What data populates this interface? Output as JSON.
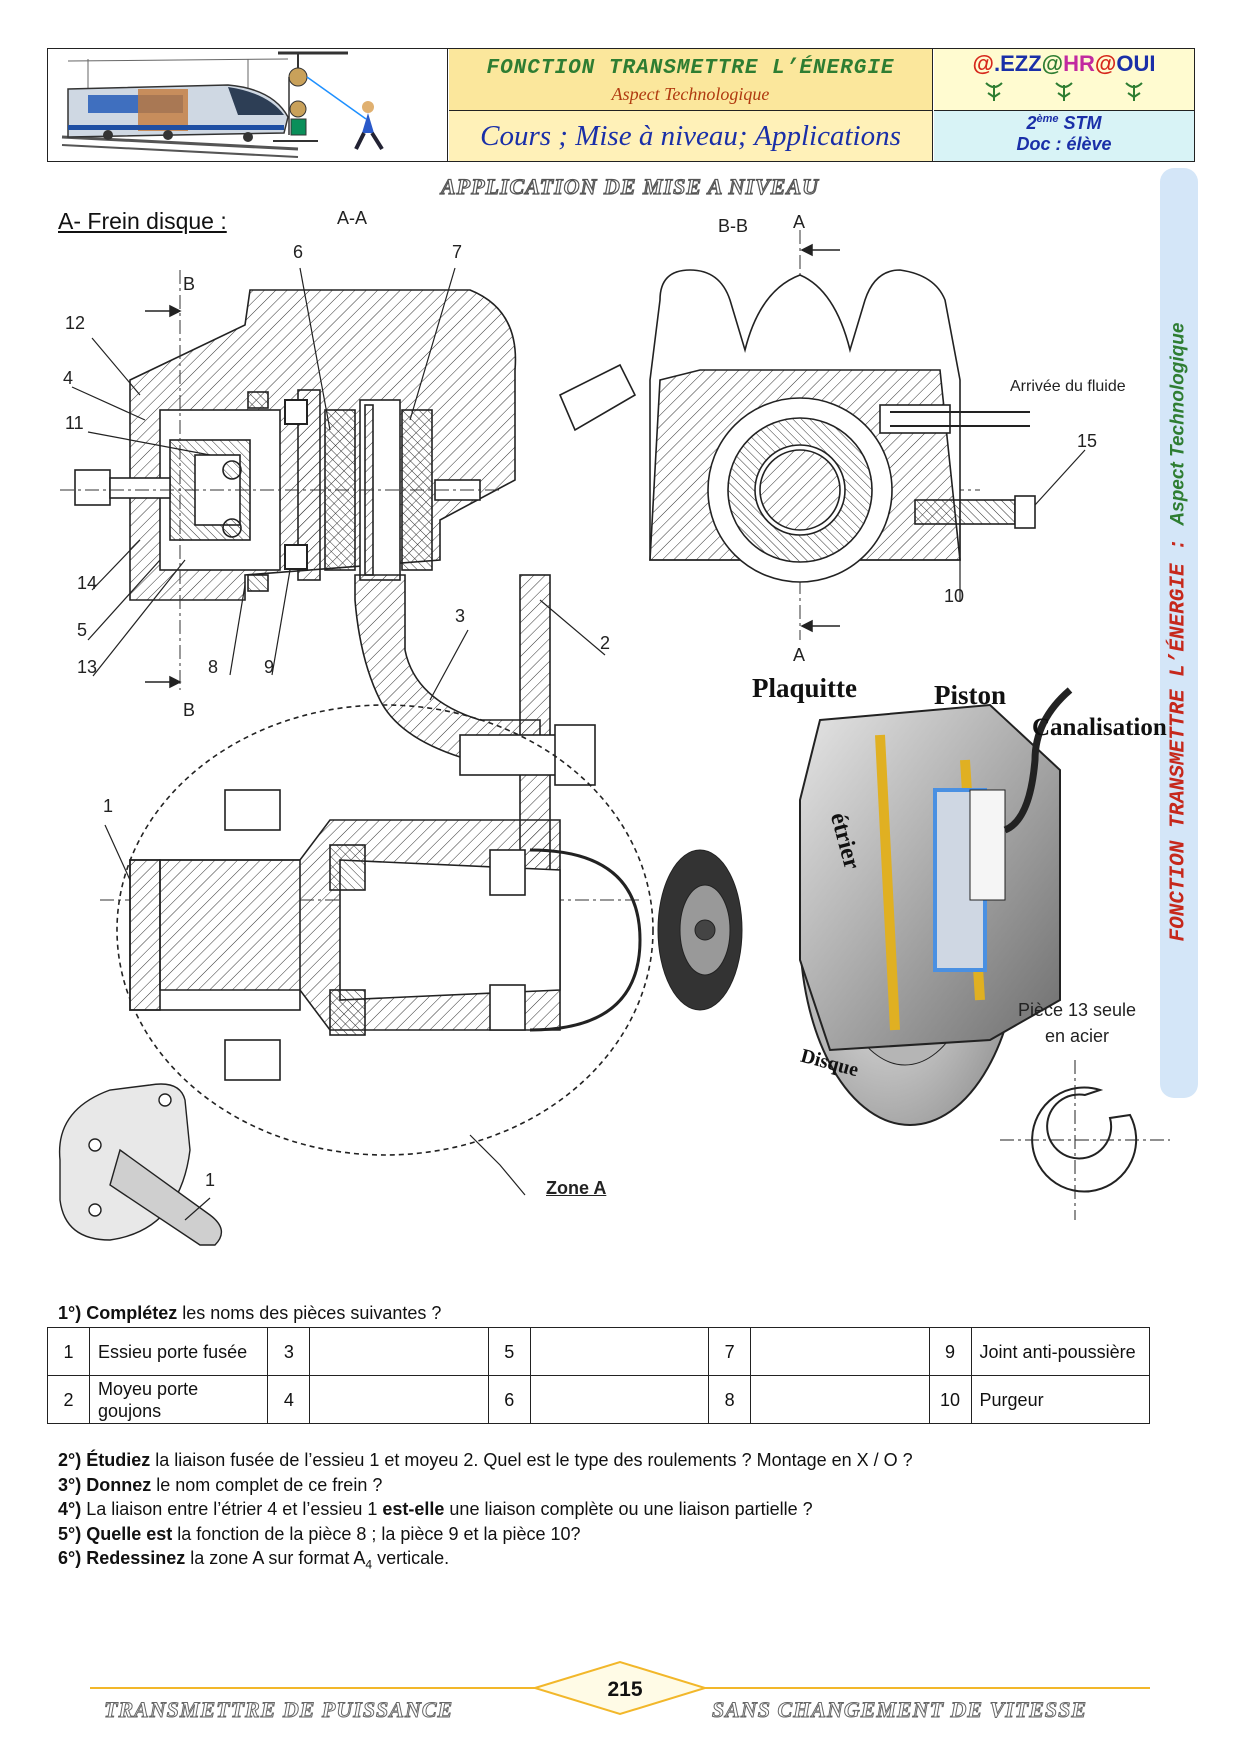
{
  "header": {
    "function_title": "FONCTION TRANSMETTRE L’ÉNERGIE",
    "aspect": "Aspect Technologique",
    "course_line": "Cours ; Mise à niveau; Applications",
    "logo_text": "@.EZZ@HR@OUI",
    "class_level": "2ème STM",
    "doc_type": "Doc : élève"
  },
  "section_title": "APPLICATION DE MISE A NIVEAU",
  "side_banner": {
    "main": "FONCTION TRANSMETTRE L’ÉNERGIE :",
    "sub": "Aspect Technologique"
  },
  "figure": {
    "heading": "A- Frein disque :",
    "view_aa": "A-A",
    "view_bb": "B-B",
    "section_letter_a": "A",
    "section_letter_b": "B",
    "fluid_inlet": "Arrivée du fluide",
    "zone_a": "Zone A",
    "photo_labels": {
      "plaquette": "Plaquitte",
      "piston": "Piston",
      "canalisation": "Canalisation",
      "etrier": "étrier",
      "disque": "Disque"
    },
    "piece13_note_1": "Pièce 13 seule",
    "piece13_note_2": "en acier",
    "part_numbers": [
      "1",
      "2",
      "3",
      "4",
      "5",
      "6",
      "7",
      "8",
      "9",
      "10",
      "11",
      "12",
      "13",
      "14",
      "15"
    ]
  },
  "question1": {
    "number": "1°)",
    "verb": "Complétez",
    "rest": " les noms des pièces suivantes ?"
  },
  "parts_table": {
    "rows": [
      [
        {
          "n": "1",
          "name": "Essieu porte fusée"
        },
        {
          "n": "3",
          "name": ""
        },
        {
          "n": "5",
          "name": ""
        },
        {
          "n": "7",
          "name": ""
        },
        {
          "n": "9",
          "name": "Joint anti-poussière"
        }
      ],
      [
        {
          "n": "2",
          "name": "Moyeu porte goujons"
        },
        {
          "n": "4",
          "name": ""
        },
        {
          "n": "6",
          "name": ""
        },
        {
          "n": "8",
          "name": ""
        },
        {
          "n": "10",
          "name": "Purgeur"
        }
      ]
    ]
  },
  "questions": [
    {
      "num": "2°)",
      "verb": "Étudiez",
      "rest": " la liaison fusée de l’essieu 1 et moyeu 2. Quel est le type des roulements ? Montage en X / O ?"
    },
    {
      "num": "3°)",
      "verb": "Donnez",
      "rest": " le nom complet de ce frein ?"
    },
    {
      "num": "4°)",
      "pre": " La liaison entre l’étrier 4 et l’essieu 1 ",
      "verb": "est-elle",
      "rest": " une liaison complète ou une liaison partielle ?"
    },
    {
      "num": "5°)",
      "verb": "Quelle est",
      "rest": " la fonction de la pièce 8 ; la pièce 9 et la pièce 10?"
    },
    {
      "num": "6°)",
      "verb": "Redessinez",
      "rest": " la zone A sur format A",
      "sub": "4",
      "tail": " verticale."
    }
  ],
  "footer": {
    "left": "TRANSMETTRE DE PUISSANCE",
    "page": "215",
    "right": "SANS CHANGEMENT DE VITESSE"
  }
}
